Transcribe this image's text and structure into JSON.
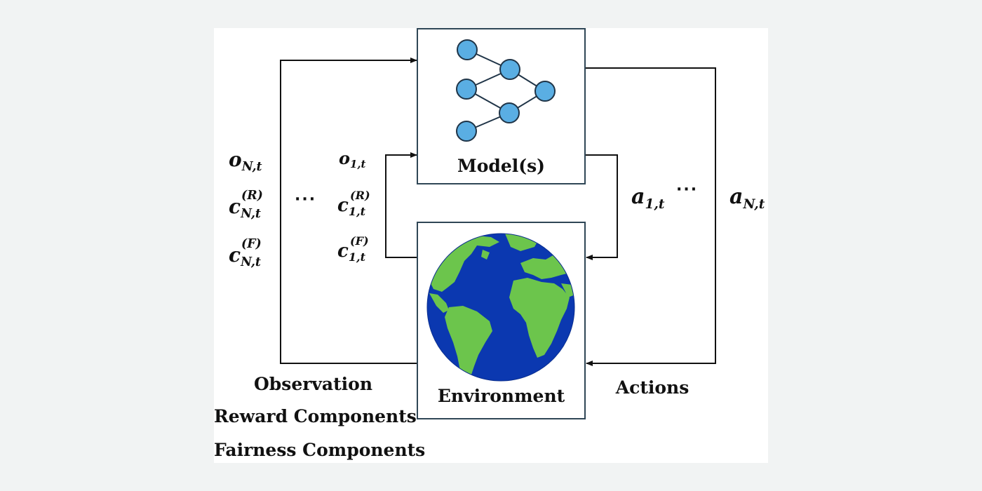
{
  "model_box": {
    "label": "Model(s)"
  },
  "environment_box": {
    "label": "Environment"
  },
  "left_labels": [
    "Observation",
    "Reward Components",
    "Fairness Components"
  ],
  "right_label": "Actions",
  "symbols": {
    "o_N": {
      "base": "o",
      "sub": "N,t"
    },
    "c_N_R": {
      "base": "c",
      "sub": "N,t",
      "sup": "(R)"
    },
    "c_N_F": {
      "base": "c",
      "sub": "N,t",
      "sup": "(F)"
    },
    "o_1": {
      "base": "o",
      "sub": "1,t"
    },
    "c_1_R": {
      "base": "c",
      "sub": "1,t",
      "sup": "(R)"
    },
    "c_1_F": {
      "base": "c",
      "sub": "1,t",
      "sup": "(F)"
    },
    "a_1": {
      "base": "a",
      "sub": "1,t"
    },
    "a_N": {
      "base": "a",
      "sub": "N,t"
    }
  },
  "ellipsis": "···",
  "colors": {
    "node_fill": "#5aaee3",
    "node_stroke": "#1f3447",
    "ocean": "#0b38b0",
    "land": "#6cc54c",
    "box_border": "#2f4656",
    "line": "#111111"
  }
}
